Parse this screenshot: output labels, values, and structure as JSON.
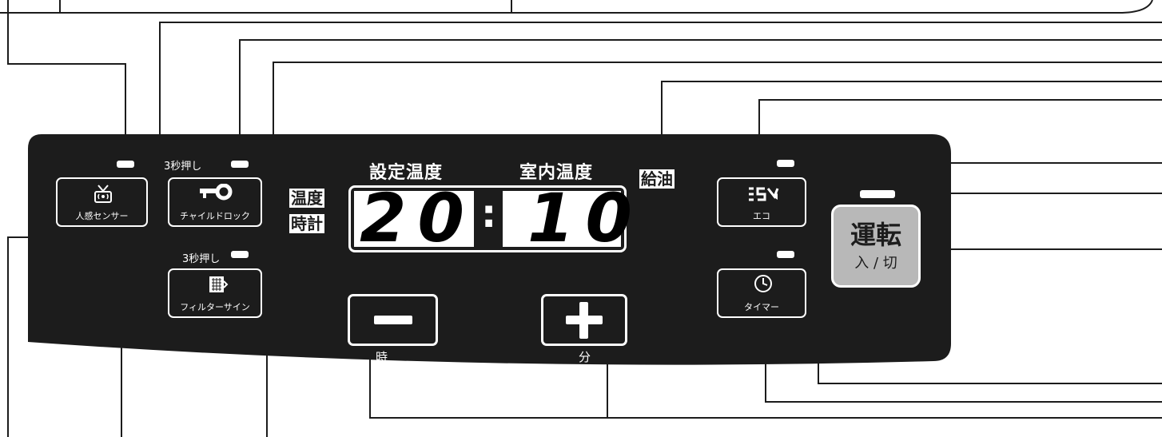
{
  "display": {
    "set_temp_label": "設定温度",
    "room_temp_label": "室内温度",
    "mode_label_temp": "温度",
    "mode_label_clock": "時計",
    "left_value": "20",
    "colon": ":",
    "right_value": "10",
    "oil_label": "給油"
  },
  "buttons": {
    "human_sensor": {
      "label": "人感センサー",
      "icon": "person-sensor-icon"
    },
    "child_lock": {
      "label": "チャイルドロック",
      "icon": "key-icon",
      "hold_note": "3秒押し"
    },
    "filter_sign": {
      "label": "フィルターサイン",
      "icon": "filter-icon",
      "hold_note": "3秒押し"
    },
    "minus": {
      "symbol": "−",
      "sub_label": "時"
    },
    "plus": {
      "symbol": "+",
      "sub_label": "分"
    },
    "eco": {
      "label": "エコ",
      "icon": "eco-icon"
    },
    "timer": {
      "label": "タイマー",
      "icon": "clock-icon"
    },
    "power": {
      "label_main": "運転",
      "label_sub": "入 / 切"
    }
  },
  "colors": {
    "panel": "#1c1c1c",
    "power_button": "#b8b8b8",
    "line": "#1c1c1c"
  }
}
